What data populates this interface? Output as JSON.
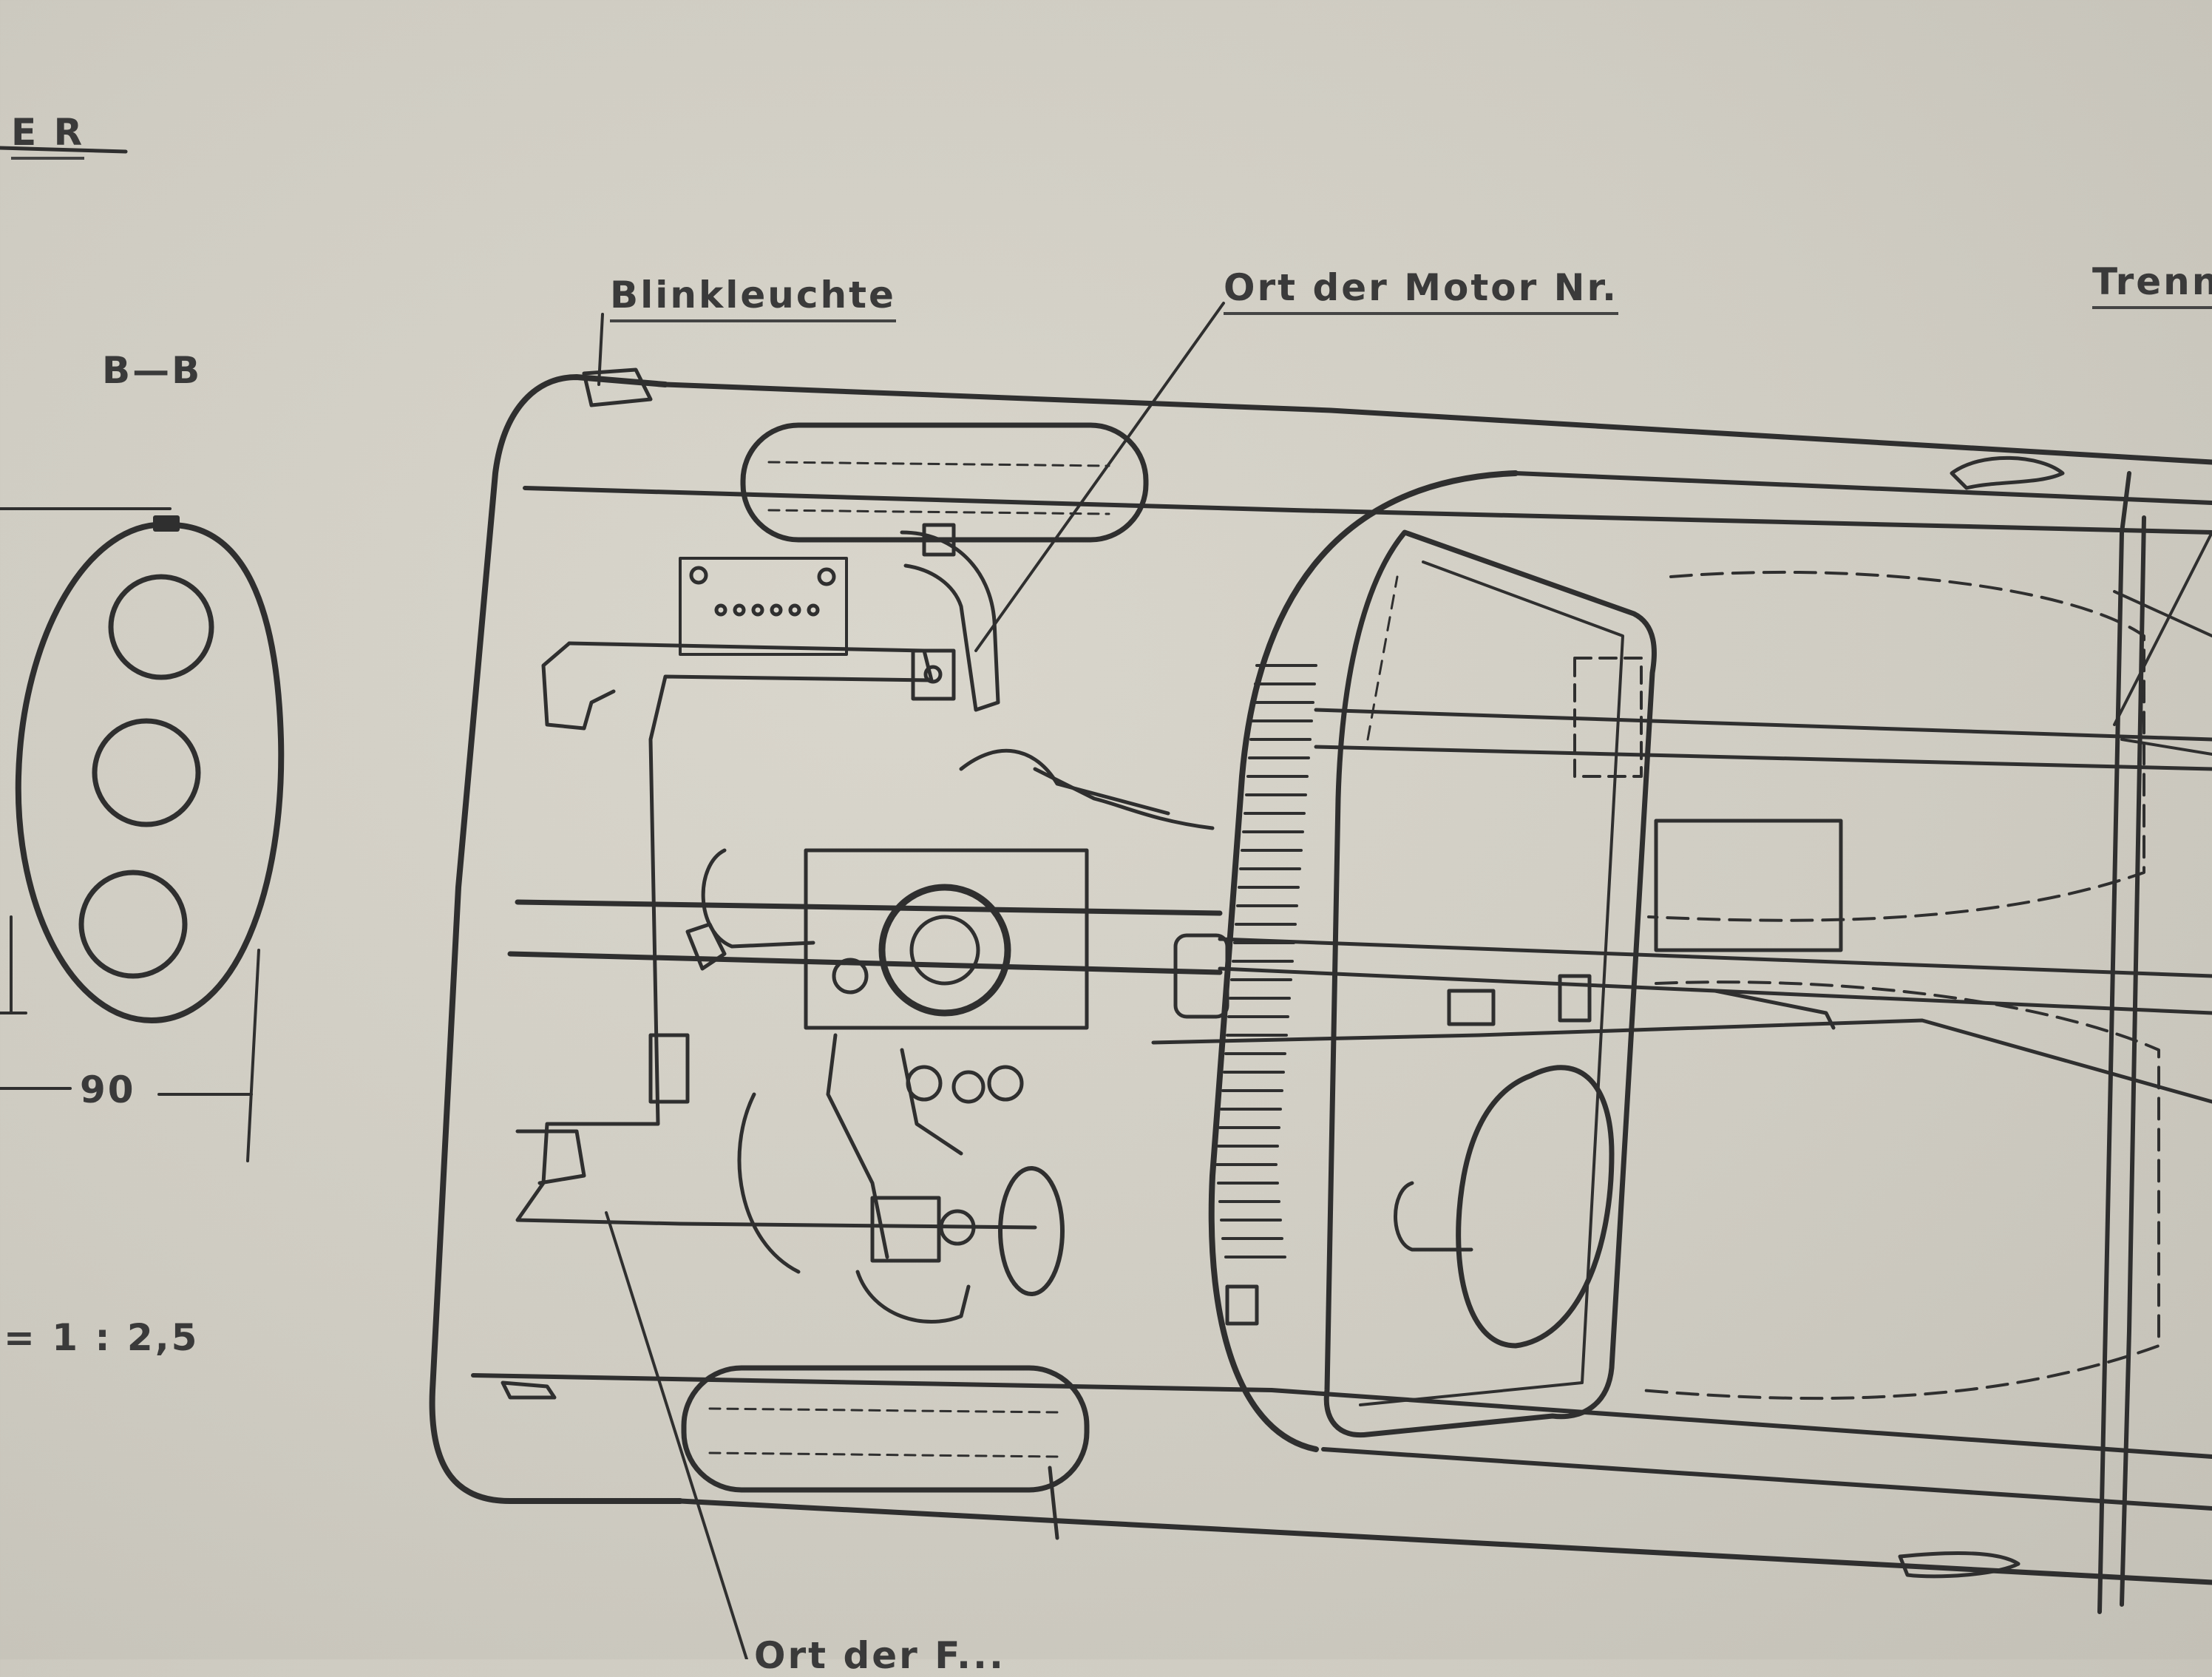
{
  "labels": {
    "header_fragment": "E R",
    "section": "B—B",
    "dimension": "90",
    "scale": "= 1 : 2,5",
    "blinkleuchte": "Blinkleuchte",
    "motor_nr": "Ort der Motor Nr.",
    "trenn": "Trenn",
    "bottom_fragment": "Ort der F..."
  },
  "colors": {
    "ink": "#2f2f2f",
    "paper": "#d4d1c7"
  }
}
